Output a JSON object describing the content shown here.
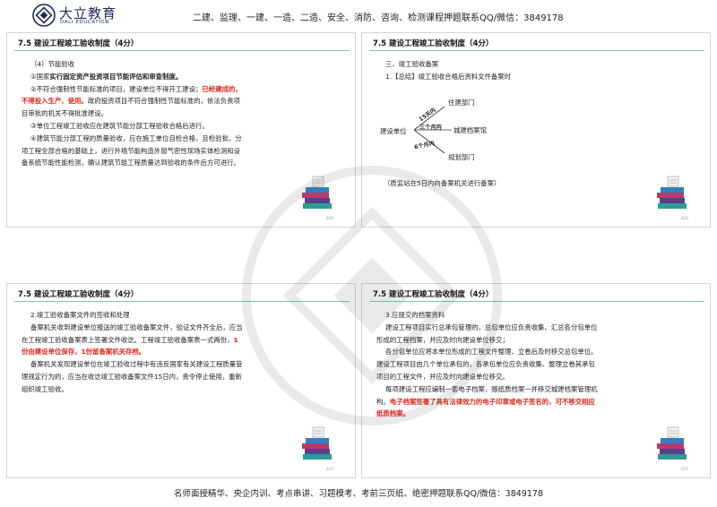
{
  "header": {
    "logo_cn": "大立教育",
    "logo_en": "DALI EDUCATION",
    "text": "二建、监理、一建、一造、二造、安全、消防、咨询、检测课程押题联系QQ/微信：3849178"
  },
  "footer": {
    "text": "名师面授精华、央企内训、考点串讲、习题模考、考前三页纸、绝密押题联系QQ/微信：3849178"
  },
  "slides": [
    {
      "title": "7.5  建设工程竣工验收制度（4分）",
      "page": "320",
      "lines": {
        "l0": "（4）节能验收",
        "l1a": "①国家",
        "l1b": "实行固定资产投资项目节能评估和审查制度。",
        "l2a": "②不符合强制性节能标准的项目，建设单位不得开工建设；",
        "l2b": "已经建成的，",
        "l3a": "不得投入生产、使用。",
        "l3b": "政府投资项目不符合强制性节能标准的，依法负责项",
        "l4": "目审批的机关不得批准建设。",
        "l5": "③单位工程竣工验收应在建筑节能分部工程验收合格后进行。",
        "l6": "④建筑节能分部工程的质量验收，应在施工单位自检合格，且检验批、分",
        "l7": "项工程全部合格的基础上，进行外墙节能构造外窗气密性现场实体检测和设",
        "l8": "备系统节能性能检测，确认建筑节能工程质量达到验收的条件后方可进行。"
      }
    },
    {
      "title": "7.5  建设工程竣工验收制度（4分）",
      "page": "320",
      "lines": {
        "l0": "三、竣工验收备案",
        "l1": "1.【总结】竣工验收合格后资料文件备案时",
        "unit": "建设单位",
        "t1": "15天内",
        "t2": "三个月内",
        "t3": "6个月内",
        "d1": "住建部门",
        "d2": "城建档案馆",
        "d3": "规划部门",
        "note": "（质监站在5日内向备案机关进行备案）"
      }
    },
    {
      "title": "7.5  建设工程竣工验收制度（4分）",
      "page": "321",
      "lines": {
        "l0": "2.竣工验收备案文件的签收和处理",
        "l1": "备案机关收到建设单位报送的竣工验收备案文件，验证文件齐全后，应当",
        "l2a": "在工程竣工验收备案表上签署文件收讫。工程竣工验收备案表一式两份，",
        "l2b": "1",
        "l3": "份由建设单位保存，1份留备案机关存档。",
        "l4": "备案机关发现建设单位在竣工验收过程中有违反国家有关建设工程质量管",
        "l5": "理规定行为的，应当在收讫竣工验收备案文件15日内，责令停止使用，重新",
        "l6": "组织竣工验收。"
      }
    },
    {
      "title": "7.5  建设工程竣工验收制度（4分）",
      "page": "321",
      "lines": {
        "l0": "3.应提交的档案资料",
        "l1": "建设工程项目实行总承包管理的，总包单位应负责收集、汇总各分包单位",
        "l2": "形成的工程档案，并应及时向建设单位移交；",
        "l3": "各分包单位应将本单位形成的工程文件整理、立卷后及时移交总包单位。",
        "l4": "建设工程项目由几个单位承包的，各承包单位应负责收集、整理立卷其承包",
        "l5": "项目的工程文件，并应及时向建设单位移交。",
        "l6": "每项建设工程应编制一套电子档案，随纸质档案一并移交城建档案管理机",
        "l7a": "构。",
        "l7b": "电子档案签署了具有法律效力的电子印章或电子签名的，可不移交相应",
        "l8": "纸质档案。"
      }
    }
  ],
  "colors": {
    "accent_line": "#7ec7b1",
    "emphasis_red": "#e0261c",
    "brand_navy": "#1e2a5a"
  }
}
